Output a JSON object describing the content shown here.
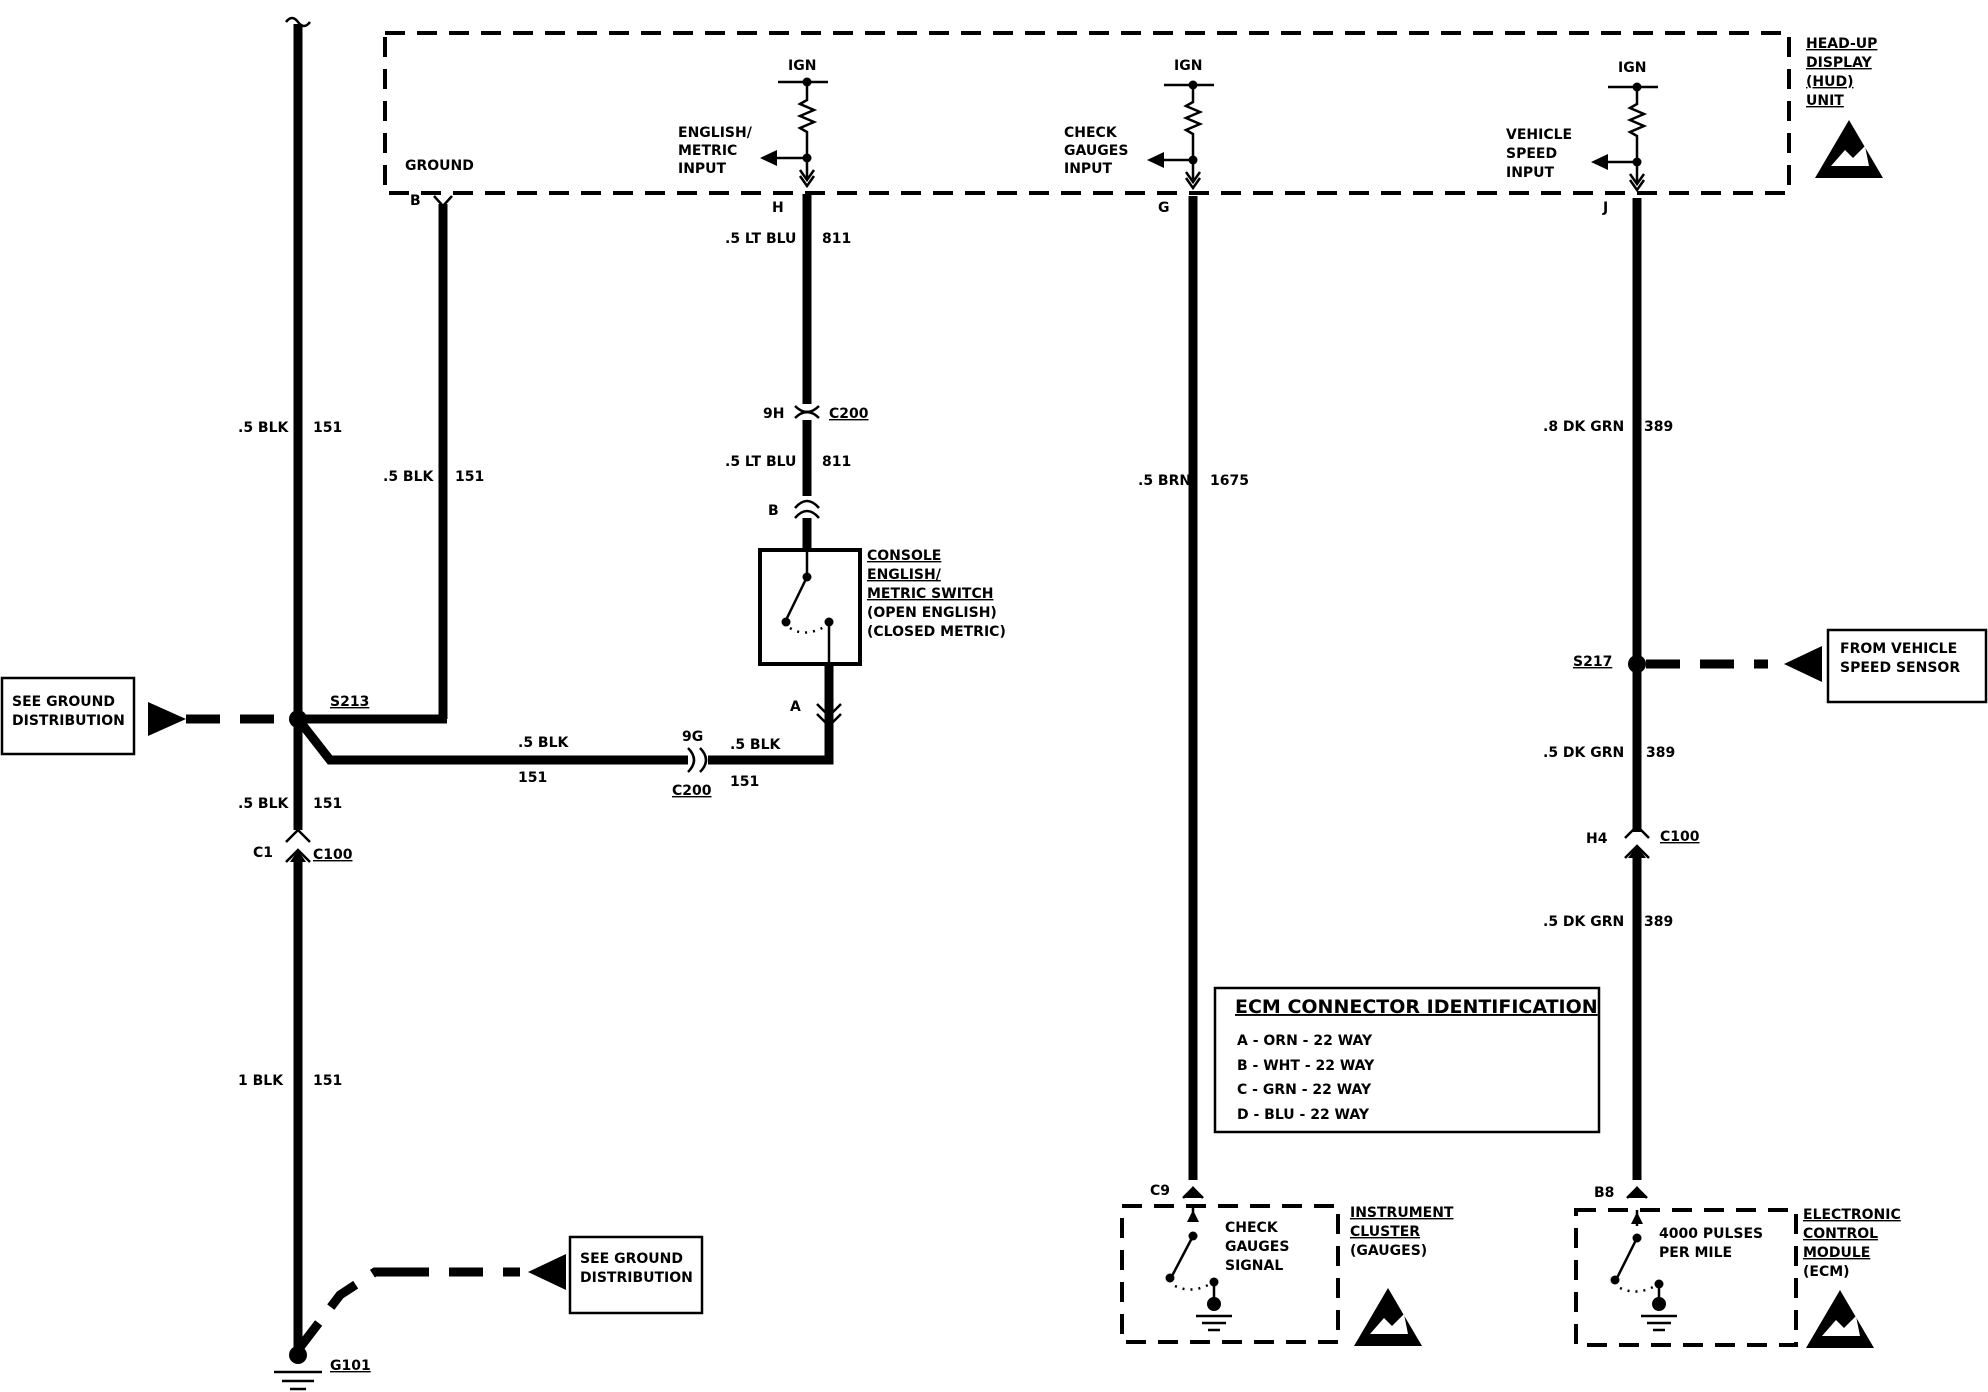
{
  "hud_unit": {
    "title_lines": [
      "HEAD-UP",
      "DISPLAY",
      "(HUD)",
      "UNIT"
    ],
    "ground_label": "GROUND",
    "ground_pin": "B",
    "inputs": [
      {
        "ign": "IGN",
        "label_lines": [
          "ENGLISH/",
          "METRIC",
          "INPUT"
        ],
        "pin": "H"
      },
      {
        "ign": "IGN",
        "label_lines": [
          "CHECK",
          "GAUGES",
          "INPUT"
        ],
        "pin": "G"
      },
      {
        "ign": "IGN",
        "label_lines": [
          "VEHICLE",
          "SPEED",
          "INPUT"
        ],
        "pin": "J"
      }
    ]
  },
  "wires": {
    "main_ground_upper": {
      "gauge": ".5 BLK",
      "circuit": "151"
    },
    "hud_ground": {
      "gauge": ".5 BLK",
      "circuit": "151"
    },
    "english_metric_upper": {
      "gauge": ".5 LT BLU",
      "circuit": "811"
    },
    "english_metric_lower": {
      "gauge": ".5 LT BLU",
      "circuit": "811"
    },
    "switch_return_left": {
      "gauge": ".5 BLK",
      "circuit": "151"
    },
    "switch_return_right": {
      "gauge": ".5 BLK",
      "circuit": "151"
    },
    "main_ground_mid": {
      "gauge": ".5 BLK",
      "circuit": "151"
    },
    "main_ground_lower": {
      "gauge": "1 BLK",
      "circuit": "151"
    },
    "check_gauges": {
      "gauge": ".5 BRN",
      "circuit": "1675"
    },
    "speed_upper": {
      "gauge": ".8 DK GRN",
      "circuit": "389"
    },
    "speed_mid": {
      "gauge": ".5 DK GRN",
      "circuit": "389"
    },
    "speed_lower": {
      "gauge": ".5 DK GRN",
      "circuit": "389"
    }
  },
  "connectors": {
    "c200_top": {
      "pin": "9H",
      "name": "C200"
    },
    "switch_pin_b": "B",
    "switch_pin_a": "A",
    "c200_bottom": {
      "pin": "9G",
      "name": "C200"
    },
    "c100_left": {
      "pin": "C1",
      "name": "C100"
    },
    "c100_right": {
      "pin": "H4",
      "name": "C100"
    },
    "ecm_pin": "B8",
    "cluster_pin": "C9"
  },
  "splices": {
    "left": "S213",
    "right": "S217"
  },
  "ground_point": "G101",
  "switch": {
    "lines": [
      "CONSOLE",
      "ENGLISH/",
      "METRIC SWITCH",
      "(OPEN ENGLISH)",
      "(CLOSED METRIC)"
    ]
  },
  "refs": {
    "ground_upper": [
      "SEE GROUND",
      "DISTRIBUTION"
    ],
    "ground_lower": [
      "SEE GROUND",
      "DISTRIBUTION"
    ],
    "vehicle_speed": [
      "FROM VEHICLE",
      "SPEED SENSOR"
    ]
  },
  "ecm_id": {
    "title": "ECM CONNECTOR IDENTIFICATION",
    "rows": [
      "A - ORN - 22 WAY",
      "B - WHT - 22 WAY",
      "C - GRN - 22 WAY",
      "D - BLU - 22 WAY"
    ]
  },
  "instrument_cluster": {
    "title_lines": [
      "INSTRUMENT",
      "CLUSTER",
      "(GAUGES)"
    ],
    "signal_lines": [
      "CHECK",
      "GAUGES",
      "SIGNAL"
    ]
  },
  "ecm_module": {
    "title_lines": [
      "ELECTRONIC",
      "CONTROL",
      "MODULE",
      "(ECM)"
    ],
    "signal_lines": [
      "4000 PULSES",
      "PER MILE"
    ]
  }
}
